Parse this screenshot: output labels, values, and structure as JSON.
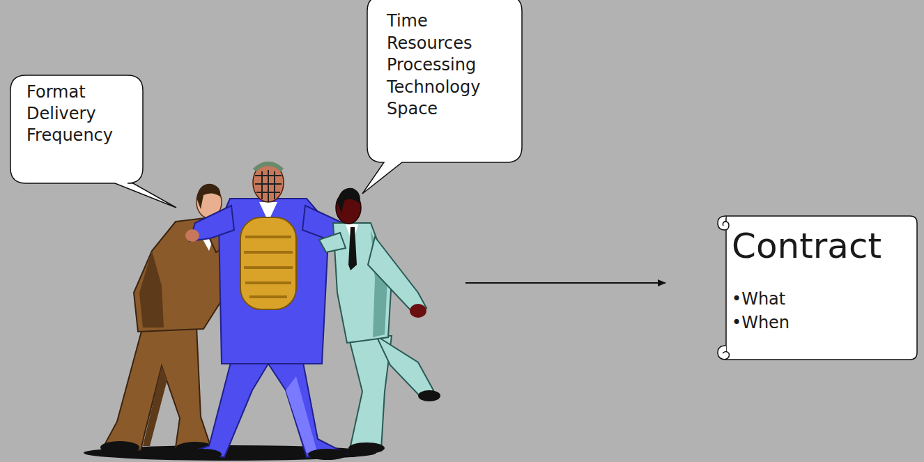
{
  "diagram": {
    "nodes": [
      {
        "text": [
          "Format Delivery Frequency"
        ]
      },
      {
        "text": [
          "Time Resources Processing Technology Space"
        ]
      },
      {
        "text": [
          "Contract",
          "•What",
          "•When"
        ]
      }
    ]
  }
}
